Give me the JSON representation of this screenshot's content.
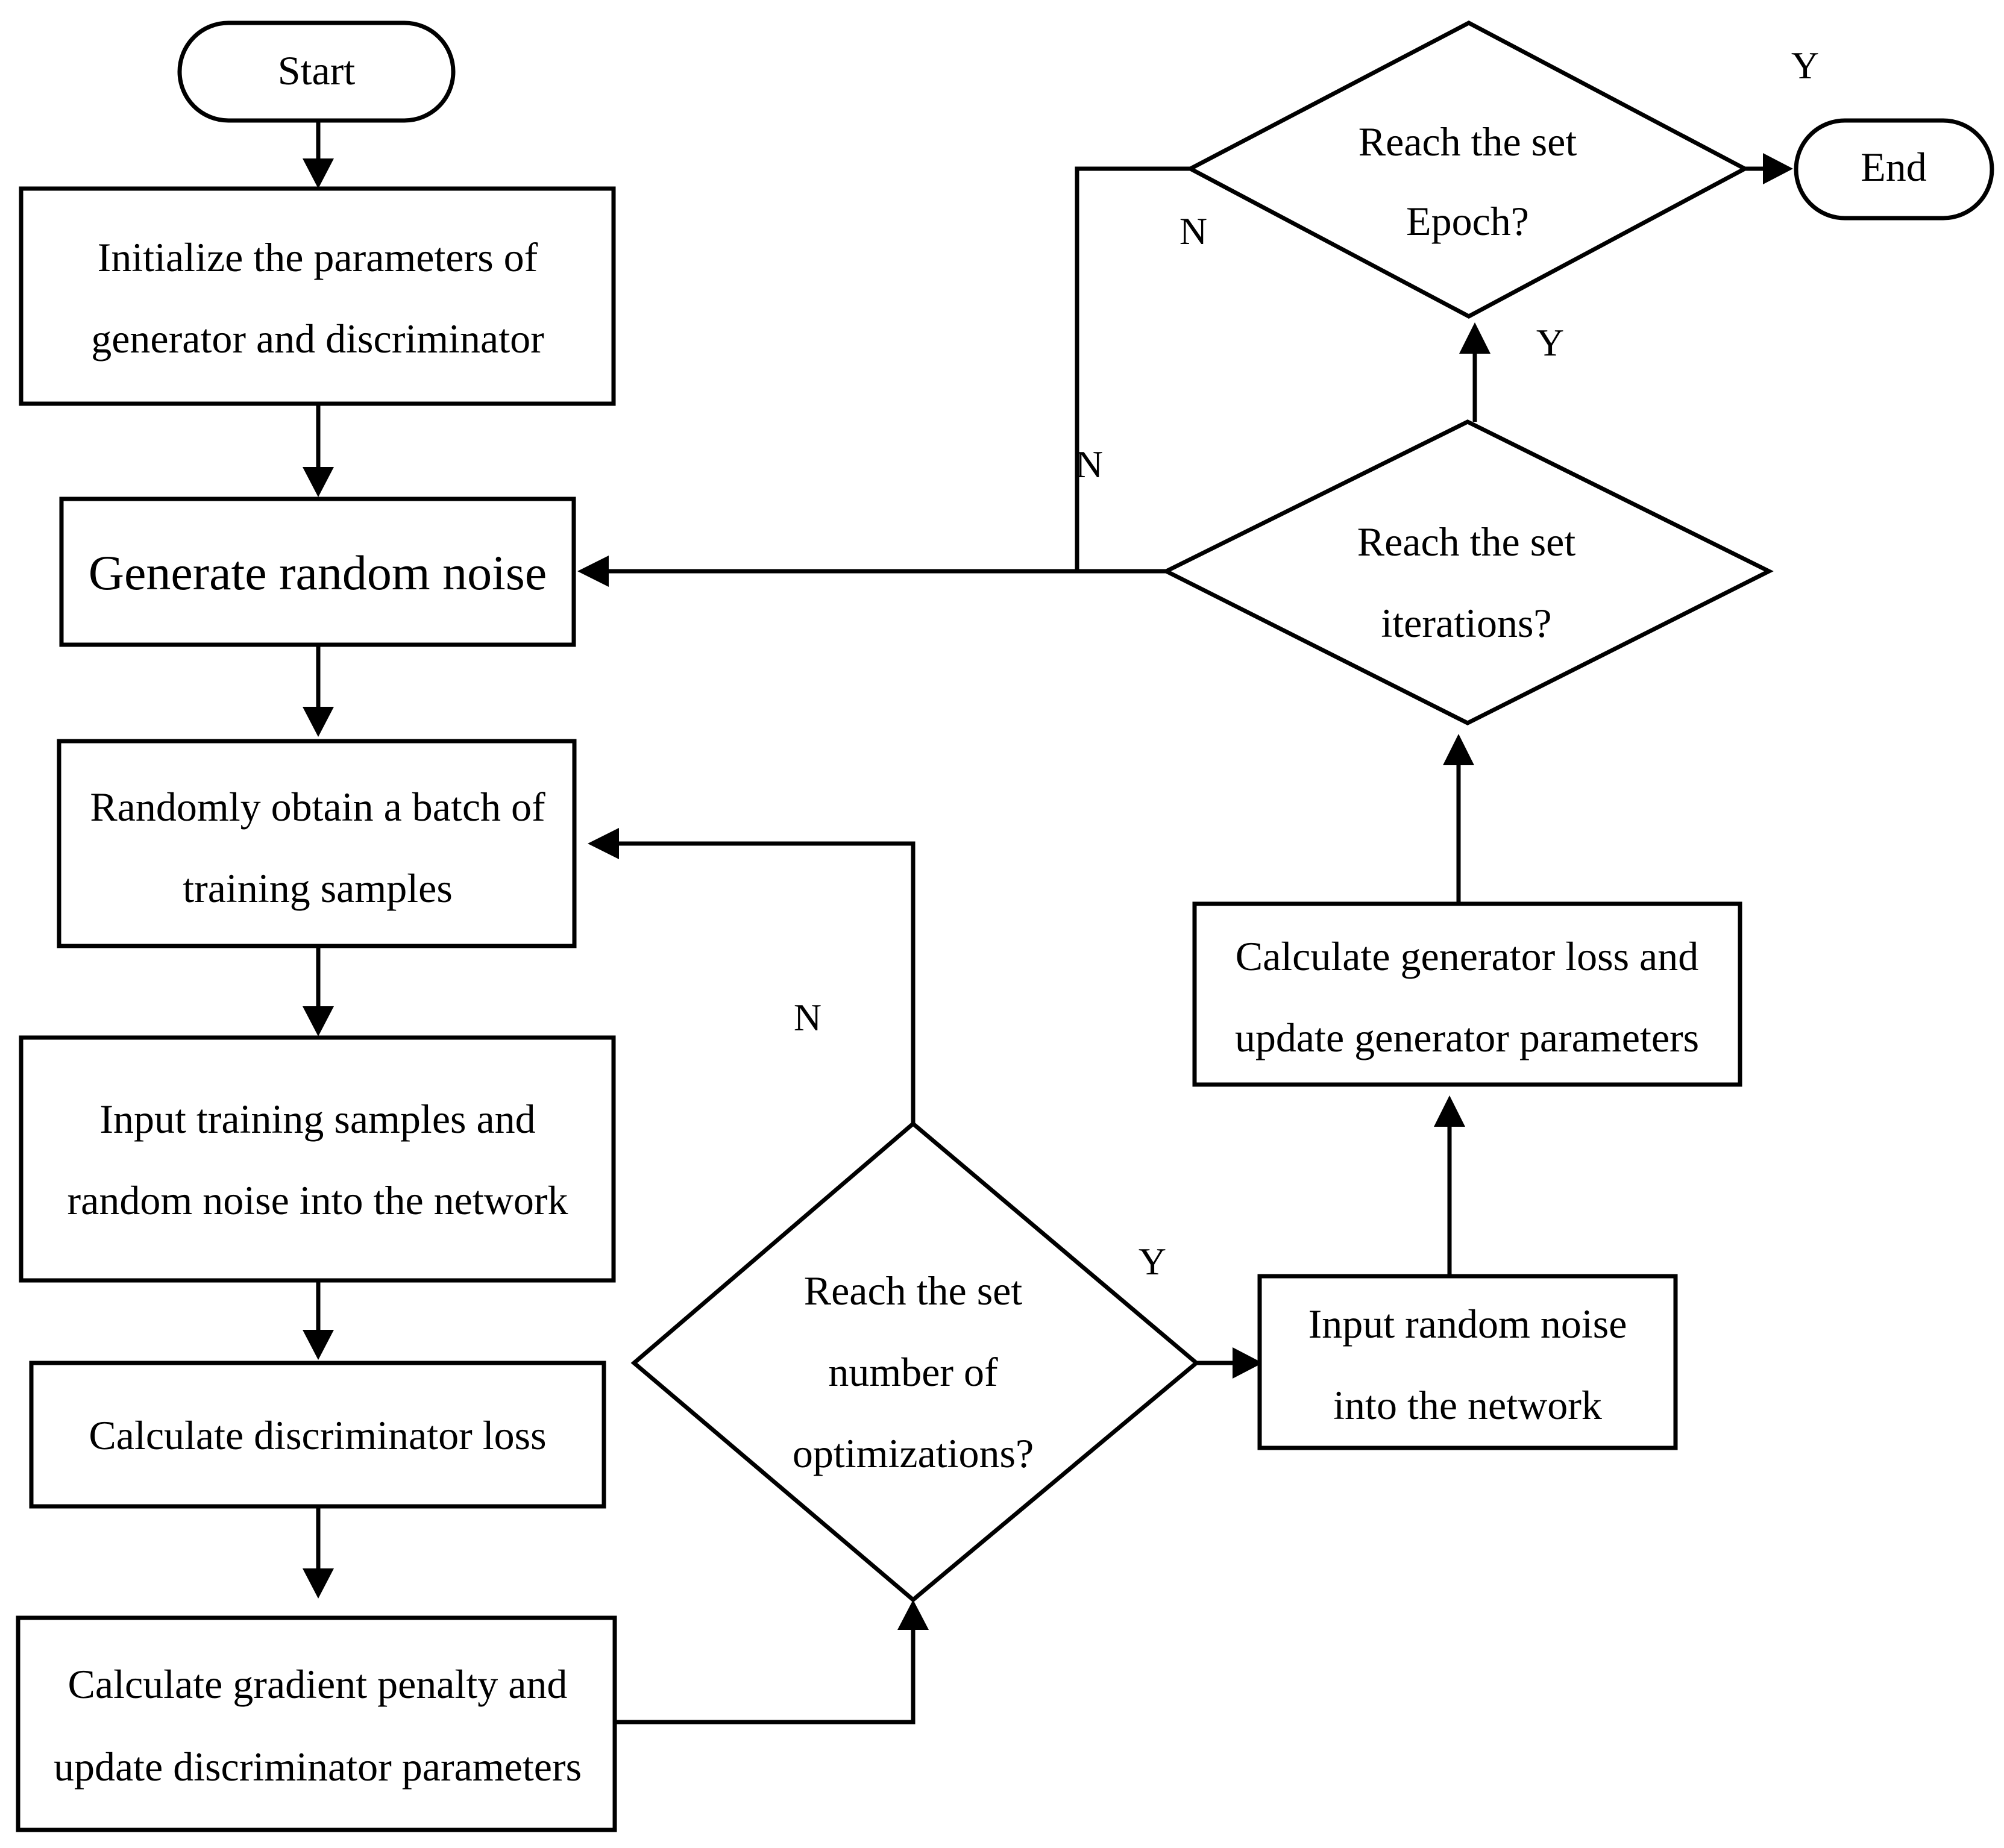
{
  "nodes": {
    "start": "Start",
    "init": [
      "Initialize the parameters of",
      "generator and discriminator"
    ],
    "noise": "Generate random noise",
    "batch": [
      "Randomly obtain a batch of",
      "training samples"
    ],
    "input": [
      "Input training samples and",
      "random noise into the network"
    ],
    "disc_loss": "Calculate discriminator loss",
    "grad": [
      "Calculate gradient penalty and",
      "update discriminator parameters"
    ],
    "opt_decision": [
      "Reach the set",
      "number of",
      "optimizations?"
    ],
    "noise_input": [
      "Input random noise",
      "into the network"
    ],
    "gen_loss": [
      "Calculate generator loss and",
      "update generator parameters"
    ],
    "iter_decision": [
      "Reach the set",
      "iterations?"
    ],
    "epoch_decision": [
      "Reach the set",
      "Epoch?"
    ],
    "end": "End"
  },
  "edge_labels": {
    "opt_no": "N",
    "opt_yes": "Y",
    "iter_no": "N",
    "iter_yes": "Y",
    "epoch_no": "N",
    "epoch_yes": "Y"
  }
}
